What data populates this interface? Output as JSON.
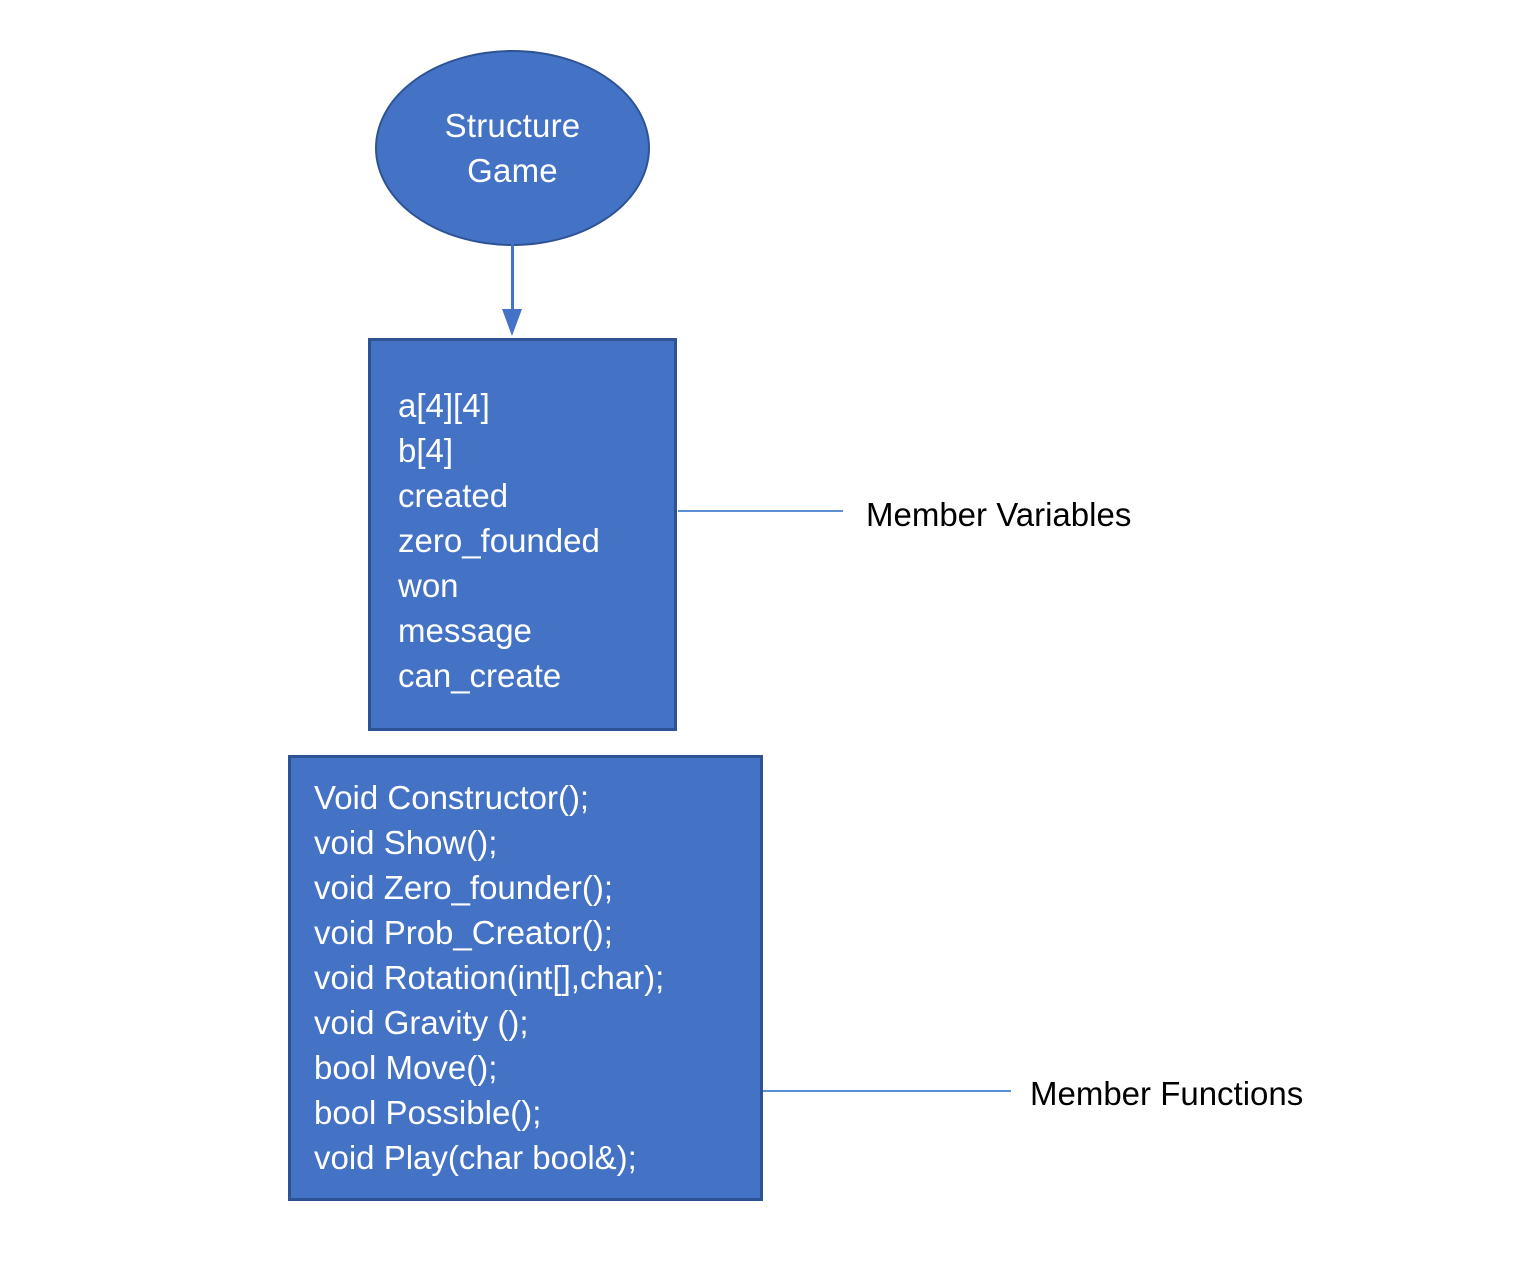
{
  "diagram": {
    "title_node": {
      "line1": "Structure",
      "line2": "Game",
      "shape": "ellipse",
      "fill": "#4472C4",
      "stroke": "#2E5395",
      "text_color": "#FFFFFF"
    },
    "connector": {
      "type": "arrow-down",
      "color": "#4472C4",
      "from": "Structure Game",
      "to": "Member Variables box"
    },
    "member_variables_box": {
      "fill": "#4472C4",
      "stroke": "#2E5395",
      "text_color": "#FFFFFF",
      "items": [
        "a[4][4]",
        "b[4]",
        "created",
        "zero_founded",
        "won",
        "message",
        "can_create"
      ]
    },
    "member_functions_box": {
      "fill": "#4472C4",
      "stroke": "#2E5395",
      "text_color": "#FFFFFF",
      "items": [
        "Void Constructor();",
        "void Show();",
        "void Zero_founder();",
        "void Prob_Creator();",
        "void Rotation(int[],char);",
        "void Gravity ();",
        "bool Move();",
        "bool Possible();",
        "void Play(char bool&);"
      ]
    },
    "annotations": {
      "variables_label": "Member Variables",
      "functions_label": "Member Functions",
      "leader_color": "#5B8FD4",
      "label_color": "#000000"
    }
  }
}
